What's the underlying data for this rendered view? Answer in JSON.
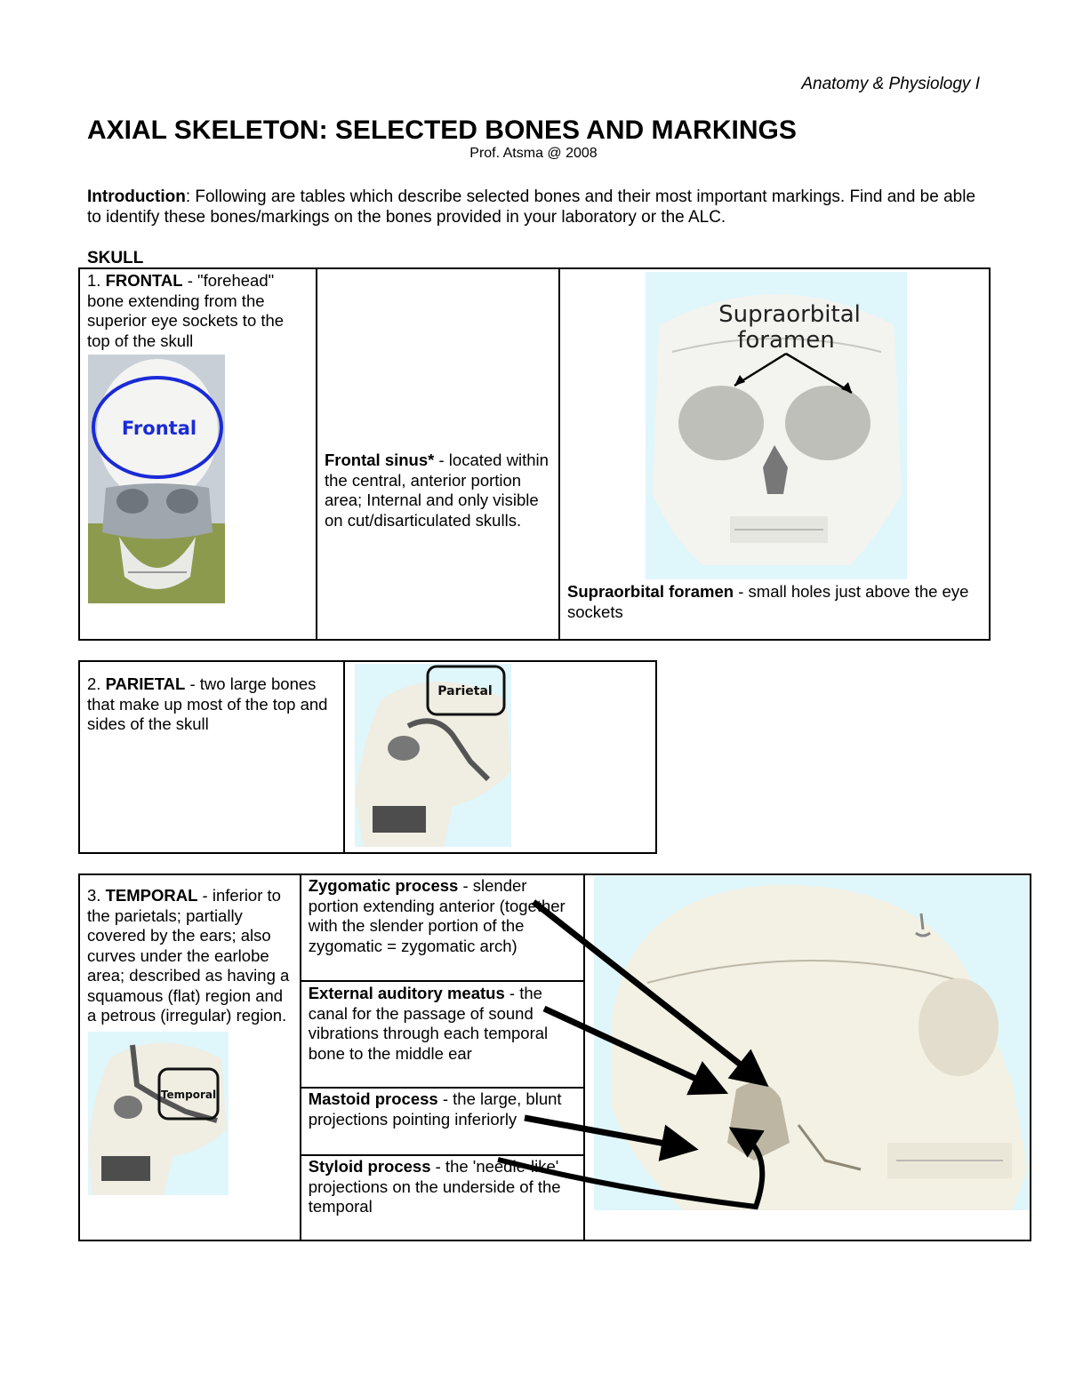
{
  "header": {
    "course": "Anatomy & Physiology I"
  },
  "title": "AXIAL SKELETON: SELECTED BONES AND MARKINGS",
  "author": "Prof. Atsma @ 2008",
  "intro": {
    "label": "Introduction",
    "text": ": Following are tables which describe selected bones and their most important markings. Find and be able to identify these bones/markings on the bones provided in your laboratory or the ALC."
  },
  "section": "SKULL",
  "bones": [
    {
      "number": "1.",
      "name": "FRONTAL",
      "description": " - \"forehead\" bone extending from the superior eye sockets to the top of the skull",
      "photo_label": "Frontal",
      "markings": [
        {
          "name": "Frontal sinus*",
          "description": " - located within the central, anterior portion area; Internal and only visible on cut/disarticulated skulls."
        },
        {
          "name": "Supraorbital foramen",
          "description": " - small holes just above the eye sockets",
          "photo_label_line1": "Supraorbital",
          "photo_label_line2": "foramen"
        }
      ]
    },
    {
      "number": "2.",
      "name": "PARIETAL",
      "description": " - two large bones that make up most of the top and sides of the skull",
      "photo_label": "Parietal"
    },
    {
      "number": "3.",
      "name": "TEMPORAL",
      "description": " - inferior to the parietals; partially covered by the ears; also curves under the earlobe area; described as having a squamous (flat) region and a petrous (irregular) region.",
      "photo_label": "Temporal",
      "markings": [
        {
          "name": "Zygomatic process",
          "description": " - slender portion extending anterior (together with the slender portion of the zygomatic = zygomatic arch)"
        },
        {
          "name": "External auditory meatus",
          "description": " - the canal for the passage of sound vibrations through each temporal bone to the middle ear"
        },
        {
          "name": "Mastoid process",
          "description": " - the large, blunt projections pointing inferiorly"
        },
        {
          "name": "Styloid process",
          "description": " - the 'needle-like' projections on the underside of the temporal"
        }
      ]
    }
  ]
}
